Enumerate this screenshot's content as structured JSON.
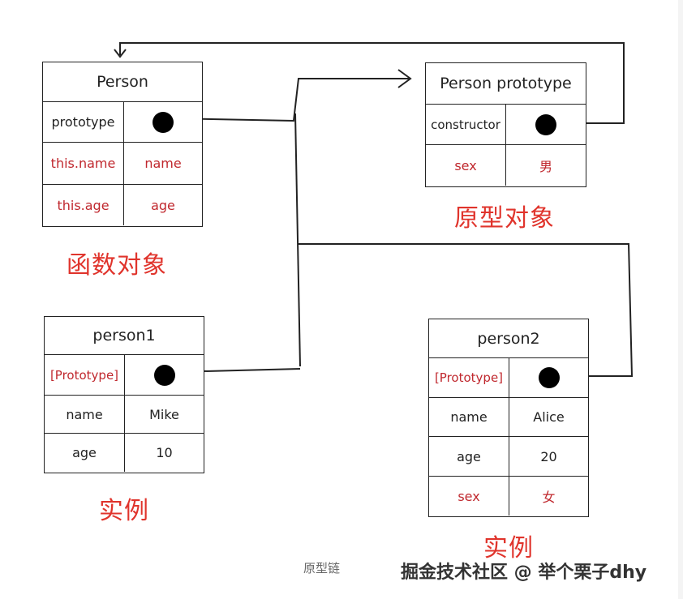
{
  "objects": {
    "person": {
      "title": "Person",
      "rows": [
        {
          "key": "prototype",
          "value": null
        },
        {
          "key": "this.name",
          "value": "name"
        },
        {
          "key": "this.age",
          "value": "age"
        }
      ]
    },
    "person_prototype": {
      "title": "Person prototype",
      "rows": [
        {
          "key": "constructor",
          "value": null
        },
        {
          "key": "sex",
          "value": "男"
        }
      ]
    },
    "person1": {
      "title": "person1",
      "rows": [
        {
          "key": "[Prototype]",
          "value": null
        },
        {
          "key": "name",
          "value": "Mike"
        },
        {
          "key": "age",
          "value": "10"
        }
      ]
    },
    "person2": {
      "title": "person2",
      "rows": [
        {
          "key": "[Prototype]",
          "value": null
        },
        {
          "key": "name",
          "value": "Alice"
        },
        {
          "key": "age",
          "value": "20"
        },
        {
          "key": "sex",
          "value": "女"
        }
      ]
    }
  },
  "captions": {
    "function_object": "函数对象",
    "prototype_object": "原型对象",
    "instance_left": "实例",
    "instance_right": "实例"
  },
  "figure_caption": "原型链",
  "watermark": "掘金技术社区 @ 举个栗子dhy",
  "colors": {
    "accent_red": "#e0342c",
    "label_red": "#c0282e",
    "line": "#222222"
  }
}
